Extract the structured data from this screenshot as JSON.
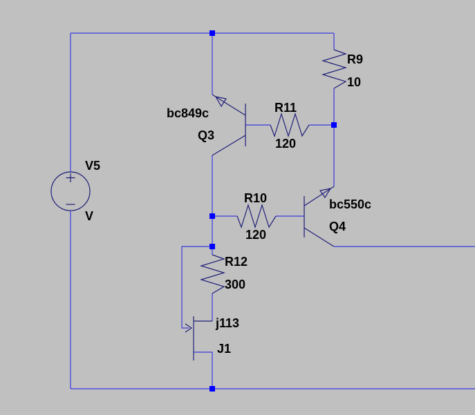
{
  "diagram": {
    "type": "circuit-schematic",
    "colors": {
      "background": "#c0c0c0",
      "wire": "#3a3ae0",
      "symbol": "#1e1e78",
      "node": "#0000ff",
      "text": "#000000"
    },
    "components": {
      "v5": {
        "name": "V5",
        "value": "V"
      },
      "r9": {
        "name": "R9",
        "value": "10"
      },
      "r10": {
        "name": "R10",
        "value": "120"
      },
      "r11": {
        "name": "R11",
        "value": "120"
      },
      "r12": {
        "name": "R12",
        "value": "300"
      },
      "q3": {
        "name": "Q3",
        "model": "bc849c"
      },
      "q4": {
        "name": "Q4",
        "model": "bc550c"
      },
      "j1": {
        "name": "J1",
        "model": "j113"
      }
    }
  }
}
